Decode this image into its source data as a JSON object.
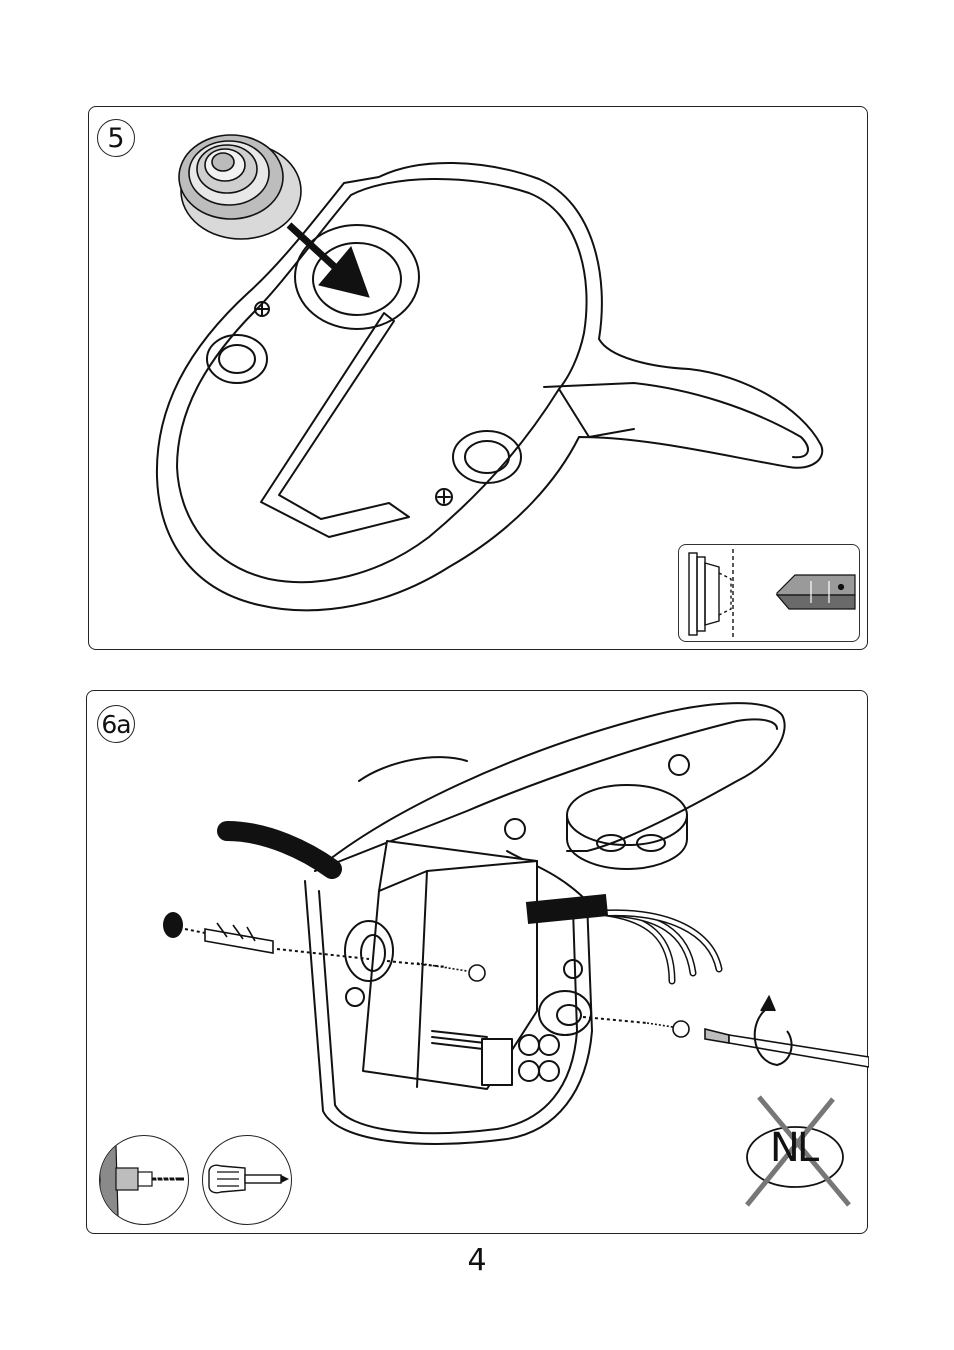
{
  "steps": [
    {
      "number": "5"
    },
    {
      "number": "6a"
    }
  ],
  "not_applicable_label": "NL",
  "page_number": "4"
}
